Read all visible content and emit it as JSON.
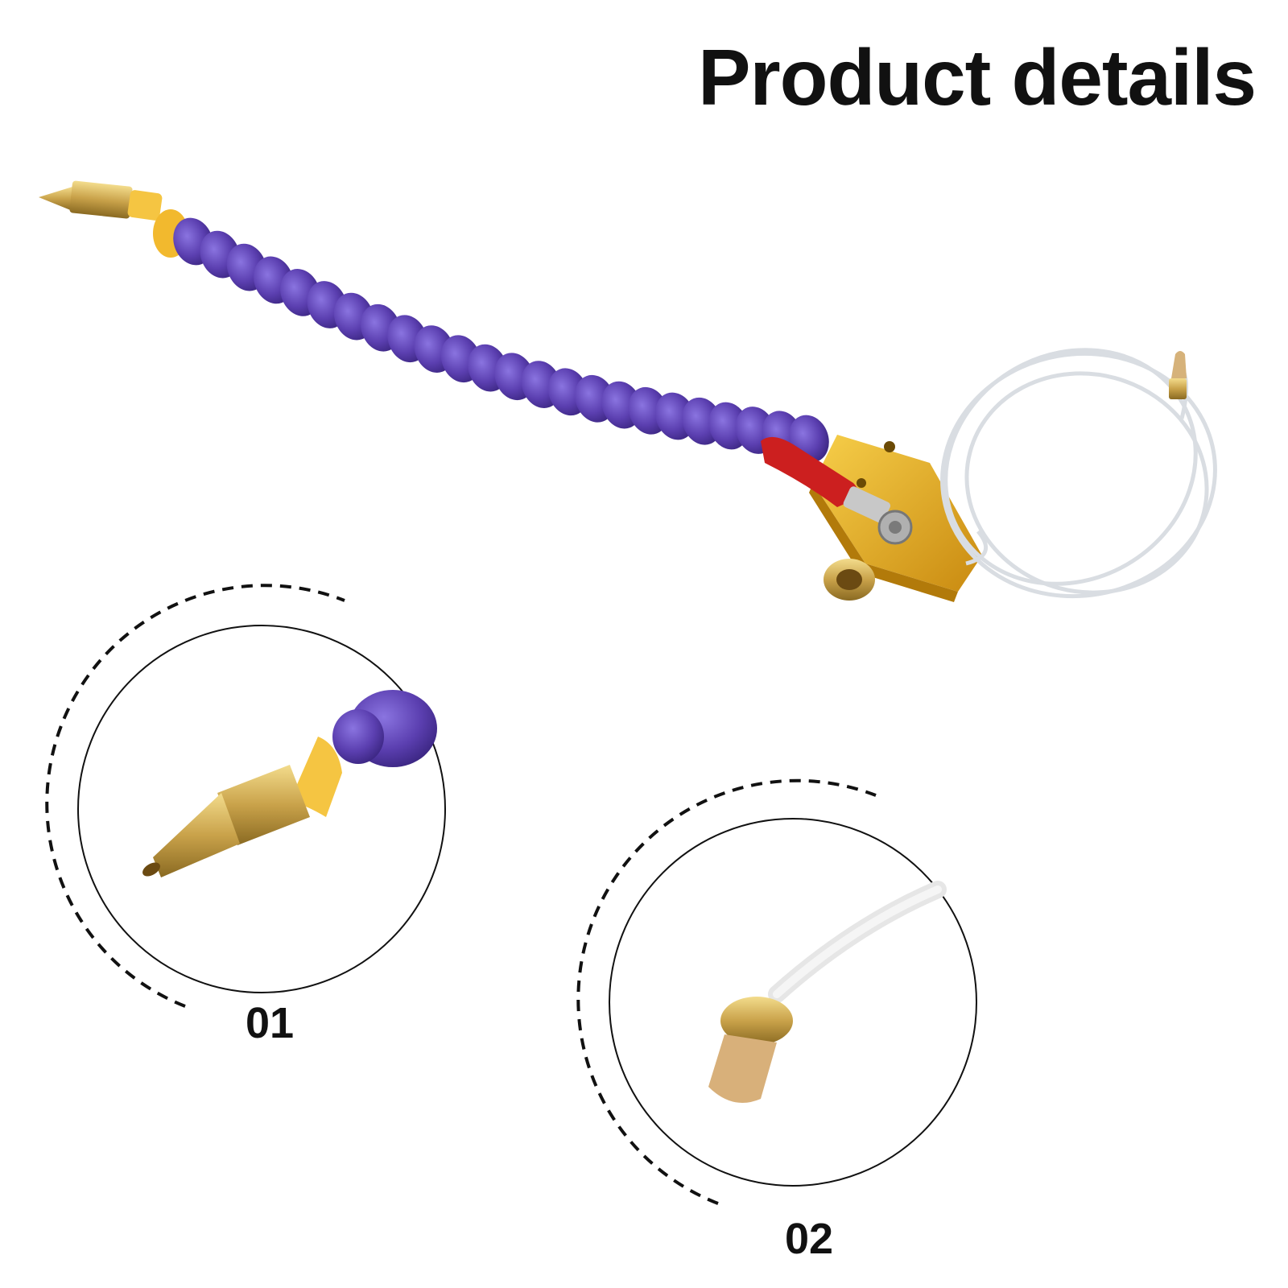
{
  "header": {
    "title": "Product details"
  },
  "callouts": [
    {
      "label": "01"
    },
    {
      "label": "02"
    }
  ],
  "colors": {
    "hose_purple": "#5b3fb0",
    "hose_yellow": "#f5c542",
    "brass": "#c9a24a",
    "valve_red": "#cc1f1f",
    "block_gold": "#e3a91f"
  }
}
